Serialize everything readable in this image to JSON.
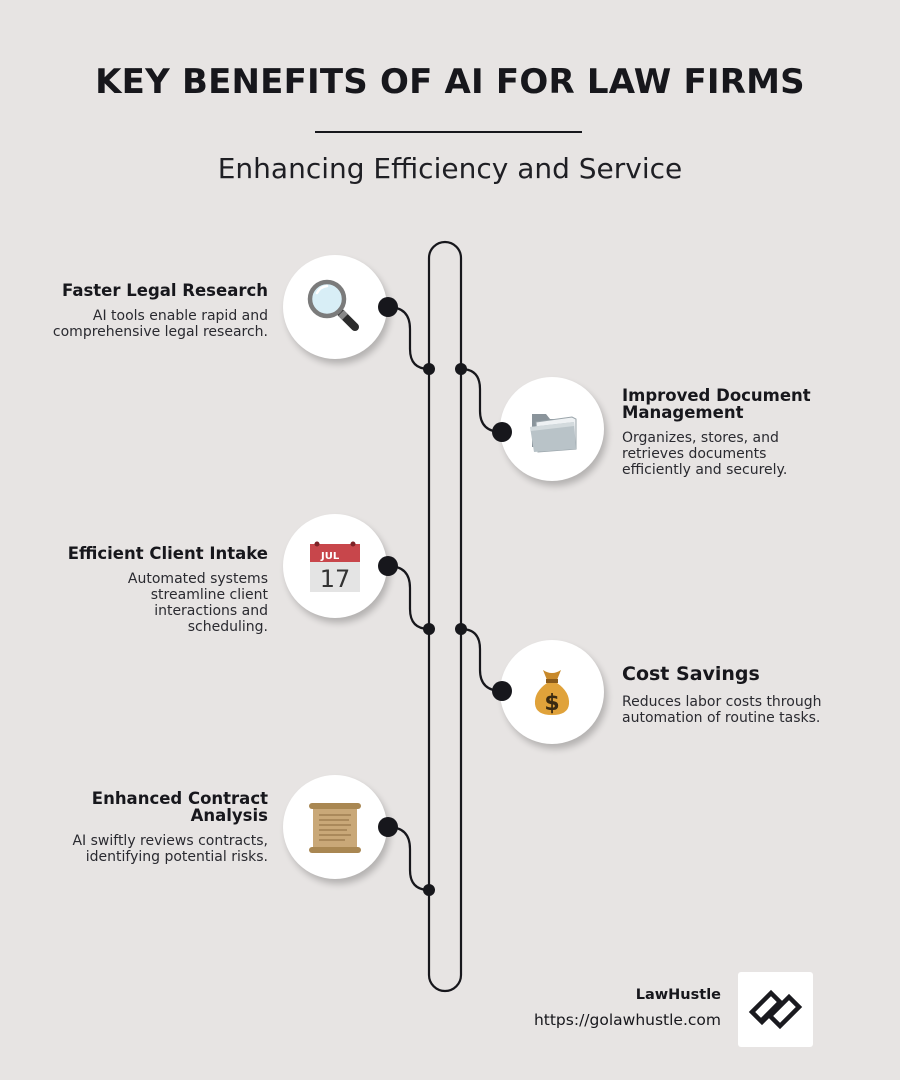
{
  "header": {
    "title": "KEY BENEFITS OF AI FOR LAW FIRMS",
    "subtitle": "Enhancing Efficiency and Service"
  },
  "steps": [
    {
      "title": "Faster Legal Research",
      "description": "AI tools enable rapid and comprehensive legal research.",
      "icon": "magnifying-glass-icon",
      "side": "left"
    },
    {
      "title": "Improved Document Management",
      "description": "Organizes, stores, and retrieves documents efficiently and securely.",
      "icon": "folder-icon",
      "side": "right"
    },
    {
      "title": "Efficient Client Intake",
      "description": "Automated systems streamline client interactions and scheduling.",
      "icon": "calendar-icon",
      "side": "left",
      "calendar_month": "JUL",
      "calendar_day": "17"
    },
    {
      "title": "Cost Savings",
      "description": "Reduces labor costs through automation of routine tasks.",
      "icon": "money-bag-icon",
      "side": "right",
      "money_symbol": "$"
    },
    {
      "title": "Enhanced Contract Analysis",
      "description": "AI swiftly reviews contracts, identifying potential risks.",
      "icon": "scroll-icon",
      "side": "left"
    }
  ],
  "footer": {
    "brand": "LawHustle",
    "url": "https://golawhustle.com",
    "logo_icon": "lawhustle-logo-icon"
  },
  "colors": {
    "background": "#e7e4e3",
    "ink": "#17171c",
    "circle": "#ffffff"
  }
}
